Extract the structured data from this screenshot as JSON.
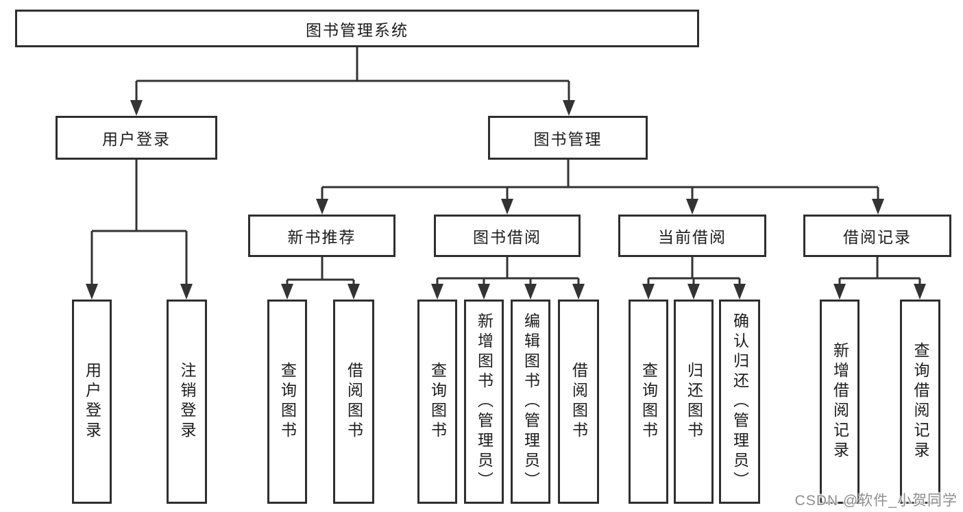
{
  "diagram_title": "图书管理系统",
  "tree": {
    "label": "图书管理系统",
    "children": [
      {
        "label": "用户登录",
        "children": [
          {
            "label": "用户登录"
          },
          {
            "label": "注销登录"
          }
        ]
      },
      {
        "label": "图书管理",
        "children": [
          {
            "label": "新书推荐",
            "children": [
              {
                "label": "查询图书"
              },
              {
                "label": "借阅图书"
              }
            ]
          },
          {
            "label": "图书借阅",
            "children": [
              {
                "label": "查询图书"
              },
              {
                "label": "新增图书（管理员）"
              },
              {
                "label": "编辑图书（管理员）"
              },
              {
                "label": "借阅图书"
              }
            ]
          },
          {
            "label": "当前借阅",
            "children": [
              {
                "label": "查询图书"
              },
              {
                "label": "归还图书"
              },
              {
                "label": "确认归还（管理员）"
              }
            ]
          },
          {
            "label": "借阅记录",
            "children": [
              {
                "label": "新增借阅记录"
              },
              {
                "label": "查询借阅记录"
              }
            ]
          }
        ]
      }
    ]
  },
  "watermark": {
    "text": "CSDN @软件_小贺同学",
    "color": "#8e8e8e"
  },
  "colors": {
    "background": "#ffffff",
    "line": "#333333",
    "box_border": "#2e2e2e",
    "text": "#1c1c1c"
  }
}
